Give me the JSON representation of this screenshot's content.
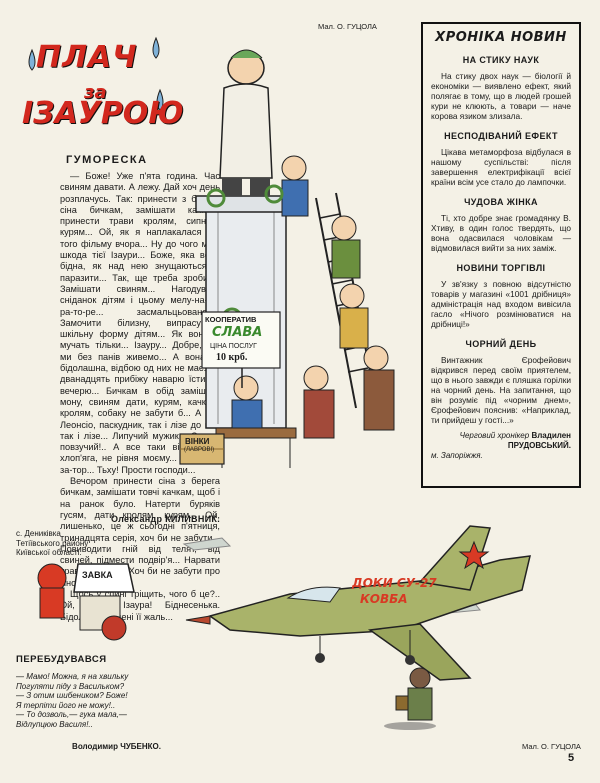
{
  "credits": {
    "top": "Мал. О. ГУЦОЛА",
    "bottom": "Мал. О. ГУЦОЛА"
  },
  "title": {
    "line1": "ПЛАЧ",
    "line2": "за",
    "line3": "ІЗАУРОЮ"
  },
  "genre": "ГУМОРЕСКА",
  "story": {
    "paragraphs": [
      "— Боже! Уже п'ята година. Час свиням давати. А лежу. Дай хоч день розплачусь. Так: принести з берега сіна бичкам, замішати качкам, принести трави кролям, сипнути курям... Ой, як я наплакалася від того фільму вчора... Ну до чого мені шкода тієї Ізаури... Боже, яка вона бідна, як над нею знущаються ті паразити... Так, ще треба зробити! Замішати свиням... Нагодувати сніданок дітям і цьому мелу-на-зо-ра-то-ре... засмальцьованому. Замочити білизну, випрасувати шкільну форму дітям... Як вони її мучать тільки... Ізауру... Добре, що ми без панів живемо... А вона ж, бідолашна, відбою од них не має... У дванадцять прибіжу наварю їсти на вечерю... Бичкам в обід замішати мону, свиням дати, курям, качкам, кролям, собаку не забути б... А той Леонсіо, паскудник, так і лізе до неї, так і лізе... Липучий мужик... От гад повзучий!.. А все таки він гарний хлоп'яга, не рівня моєму... Ме-ха-ні-за-тор... Тьху! Прости господи...",
      "Вечором принести сіна з берега бичкам, замішати товчі качкам, щоб і на ранок було. Натерти буряків гусям, дати кролям, курям... Ой, лишенько, це ж сьогодні п'ятниця, тринадцята серія, хоч би не забути... Повиводити гній від телят, від свиней, підмести подвір'я... Нарвати трави кролям... Хоч би не забути про кіно.",
      "Щось у спині тріщить, чого б це?.. Ой, бідна Ізаура! Біднесенька. Бідолаха, як мені її жаль..."
    ],
    "author": "Олександр КИЛИВНИК."
  },
  "village": {
    "line1": "с. Дениківка",
    "line2": "Тетіївського району",
    "line3": "Київської області."
  },
  "news": {
    "heading": "ХРОНІКА НОВИН",
    "items": [
      {
        "title": "НА СТИКУ НАУК",
        "text": "На стику двох наук — біології й економіки — виявлено ефект, який полягає в тому, що в людей грошей кури не клюють, а товари — наче корова язиком злизала."
      },
      {
        "title": "НЕСПОДІВАНИЙ ЕФЕКТ",
        "text": "Цікава метаморфоза відбулася в нашому суспільстві: після завершення електрифікації всієї країни всім усе стало до лампочки."
      },
      {
        "title": "ЧУДОВА ЖІНКА",
        "text": "Ті, хто добре знає громадянку В. Хтиву, в один голос твердять, що вона одасвилася чоловікам — відмовилася вийти за них заміж."
      },
      {
        "title": "НОВИНИ ТОРГІВЛІ",
        "text": "У зв'язку з повною відсутністю товарів у магазині «1001 дрібниця» адміністрація над входом вивісила гасло «Нічого розмінюватися на дрібниці!»"
      },
      {
        "title": "ЧОРНИЙ ДЕНЬ",
        "text": "Винтажник Єрофейович відкрився перед своїм приятелем, що в нього завжди є пляшка горілки на чорний день. На запитання, що він розуміє під «чорним днем», Єрофейович пояснив: «Наприклад, ти прийдеш у гості...»"
      }
    ],
    "signature_role": "Черговий хронікер",
    "signature_name": "Владилен ПРУДОВСЬКИЙ.",
    "city": "м. Запоріжжя."
  },
  "cartoon_top": {
    "sign_line1": "КООПЕРАТИВ",
    "sign_line2": "СЛАВА",
    "sign_line3": "ЦІНА ПОСЛУГ",
    "sign_line4": "10 крб.",
    "crate_label": "ВІНКИ",
    "crate_sub": "(ЛАВРОВІ)"
  },
  "cartoon_jet": {
    "jet_label": "ДОКИ СУ-27",
    "jet_label2": "КОВБА"
  },
  "cartoon_small": {
    "jar_label": "ЗАВКА"
  },
  "perebud": {
    "title": "ПЕРЕБУДУВАВСЯ",
    "lines": [
      "— Мамо! Можна, я на хвильку",
      "Погуляти піду з Васильком?",
      "— З отим шибеником? Боже!",
      "Я терпіти його не можу!..",
      "— То дозволь,— гука мала,—",
      "Відлупцюю Василя!.."
    ],
    "author": "Володимир ЧУБЕНКО."
  },
  "page_number": "5",
  "colors": {
    "title_red": "#d2281e",
    "paper": "#f4f1e6",
    "jet_green": "#a9b36a",
    "star_red": "#d83a24"
  }
}
